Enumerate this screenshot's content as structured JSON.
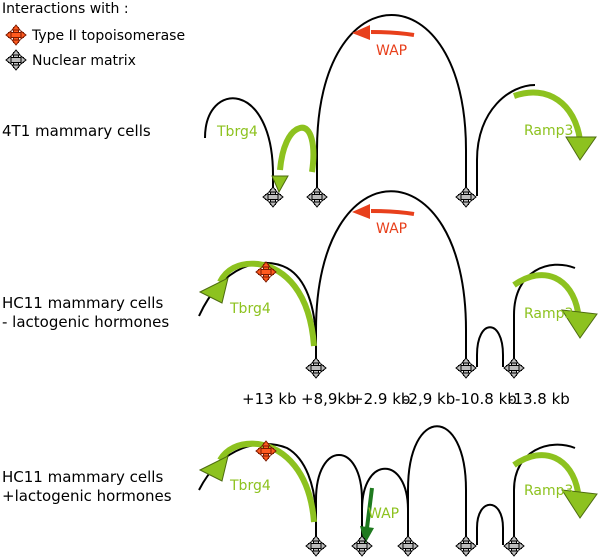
{
  "legend": {
    "title": "Interactions with :",
    "items": [
      {
        "label": "Type II topoisomerase",
        "icon": "topoisomerase-icon",
        "color": "#ff5a1f"
      },
      {
        "label": "Nuclear matrix",
        "icon": "nuclear-matrix-icon",
        "color": "#bcbcbc"
      }
    ]
  },
  "rows": [
    {
      "label_lines": [
        "4T1 mammary cells"
      ],
      "genes": {
        "tbrg4": "Tbrg4",
        "wap": "WAP",
        "ramp3": "Ramp3"
      }
    },
    {
      "label_lines": [
        "HC11 mammary cells",
        "- lactogenic hormones"
      ],
      "genes": {
        "tbrg4": "Tbrg4",
        "wap": "WAP",
        "ramp3": "Ramp3"
      },
      "coordinates": [
        "+13 kb",
        "+8,9kb",
        "+2.9 kb",
        "-2,9 kb",
        "-10.8 kb",
        "-13.8 kb"
      ]
    },
    {
      "label_lines": [
        "HC11 mammary cells",
        "+lactogenic hormones"
      ],
      "genes": {
        "tbrg4": "Tbrg4",
        "wap": "WAP",
        "ramp3": "Ramp3"
      }
    }
  ],
  "colors": {
    "gene_green": "#8dc21f",
    "gene_green_dark": "#1f7a1f",
    "wap_red": "#e8401c",
    "line": "#000000",
    "marker_grey": "#bcbcbc",
    "marker_orange": "#ff5a1f"
  }
}
